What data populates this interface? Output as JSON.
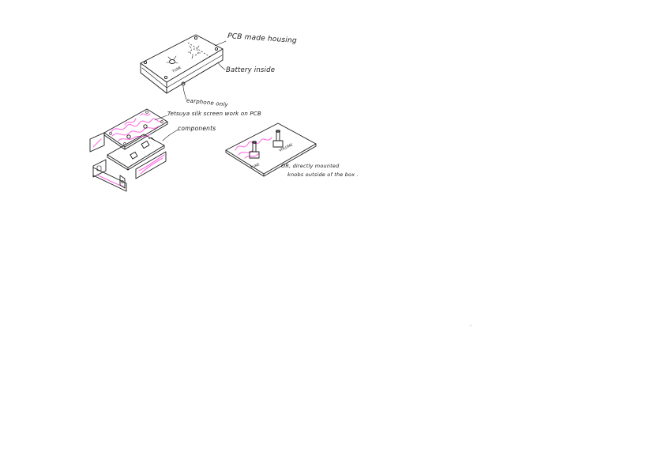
{
  "labels": {
    "housing": "PCB made housing",
    "battery": "Battery inside",
    "earphone": "earphone only",
    "silkscreen": "Tetsuya silk screen work on PCB",
    "components": "components",
    "or_line1": "OR, directly mounted",
    "or_line2": "knobs outside of the box ."
  },
  "knob_labels": {
    "box_tune": "TUNE",
    "board_tune": "TUNE",
    "board_volume": "VOLUME"
  },
  "colors": {
    "ink": "#1a1a1a",
    "silkscreen_highlight": "#ff5fe0",
    "paper": "#ffffff"
  }
}
